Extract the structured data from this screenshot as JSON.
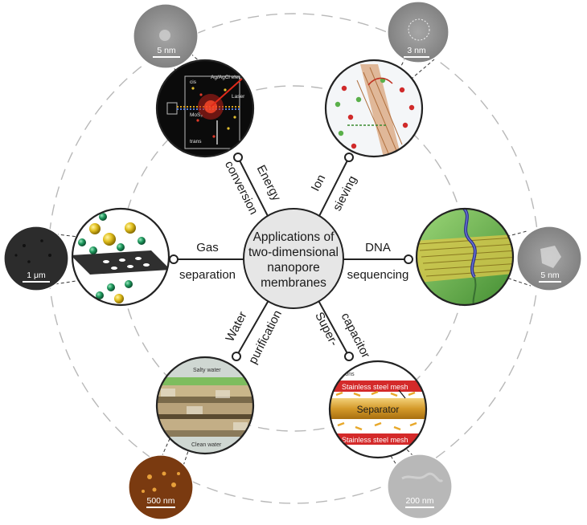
{
  "center": {
    "lines": [
      "Applications of",
      "two-dimensional",
      "nanopore",
      "membranes"
    ]
  },
  "branches": {
    "energy": {
      "line1": "Energy",
      "line2": "conversion"
    },
    "ion": {
      "line1": "Ion",
      "line2": "sieving"
    },
    "gas": {
      "line1": "Gas",
      "line2": "separation"
    },
    "dna": {
      "line1": "DNA",
      "line2": "sequencing"
    },
    "water": {
      "line1": "Water",
      "line2": "purification"
    },
    "supercap": {
      "line1": "Super-",
      "line2": "capacitor"
    }
  },
  "scale_bars": {
    "energy": "5 nm",
    "ion": "3 nm",
    "gas": "1 μm",
    "dna": "5 nm",
    "water": "500 nm",
    "supercap": "200 nm"
  },
  "energy_schematic": {
    "cis": "cis",
    "trans": "trans",
    "electrode": "Ag/AgCl electrode",
    "laser": "Laser",
    "material": "MoS₂"
  },
  "water_schematic": {
    "top": "Salty water",
    "bottom": "Clean water"
  },
  "supercap_schematic": {
    "ions": "te ions",
    "mesh_top": "Stainless steel mesh",
    "separator": "Separator",
    "mesh_bottom": "Stainless steel mesh"
  },
  "colors": {
    "background": "#ffffff",
    "center_fill": "#e6e6e6",
    "dashed_ring": "#b8b8b8",
    "spoke": "#222222"
  }
}
